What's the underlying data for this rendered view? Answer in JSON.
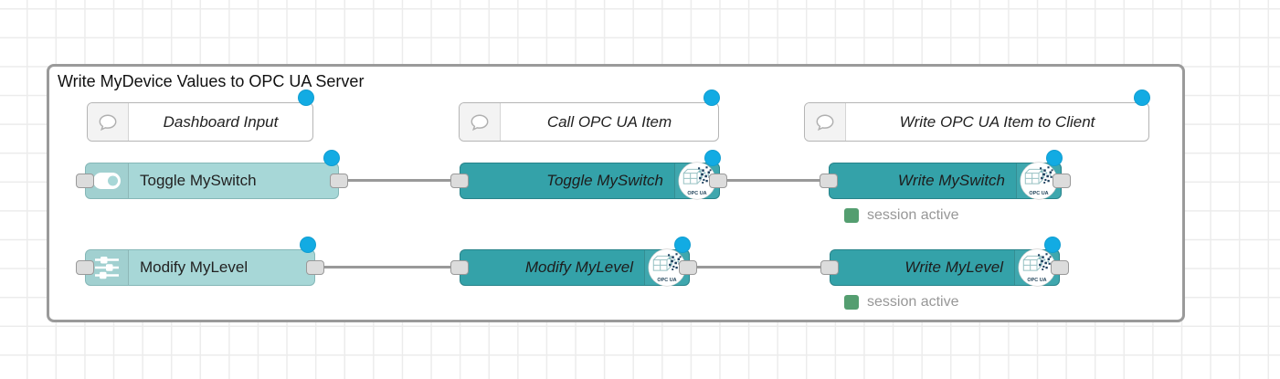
{
  "group": {
    "title": "Write MyDevice Values to OPC UA Server"
  },
  "comments": [
    {
      "label": "Dashboard Input"
    },
    {
      "label": "Call OPC UA Item"
    },
    {
      "label": "Write OPC UA Item to Client"
    }
  ],
  "dashboard_nodes": [
    {
      "label": "Toggle MySwitch",
      "icon": "toggle-switch-icon"
    },
    {
      "label": "Modify MyLevel",
      "icon": "sliders-icon"
    }
  ],
  "opcua_call_nodes": [
    {
      "label": "Toggle MySwitch",
      "icon": "opcua-badge-icon"
    },
    {
      "label": "Modify MyLevel",
      "icon": "opcua-badge-icon"
    }
  ],
  "opcua_write_nodes": [
    {
      "label": "Write MySwitch",
      "icon": "opcua-badge-icon",
      "status": "session active"
    },
    {
      "label": "Write MyLevel",
      "icon": "opcua-badge-icon",
      "status": "session active"
    }
  ],
  "badge": {
    "label": "OPC UA"
  },
  "colors": {
    "dashboard_node": "#a7d7d7",
    "opcua_node": "#34a2a9",
    "changed_dot": "#12abe3",
    "status_ok": "#549e70",
    "wire": "#999999",
    "group_border": "#9a9a9a"
  }
}
